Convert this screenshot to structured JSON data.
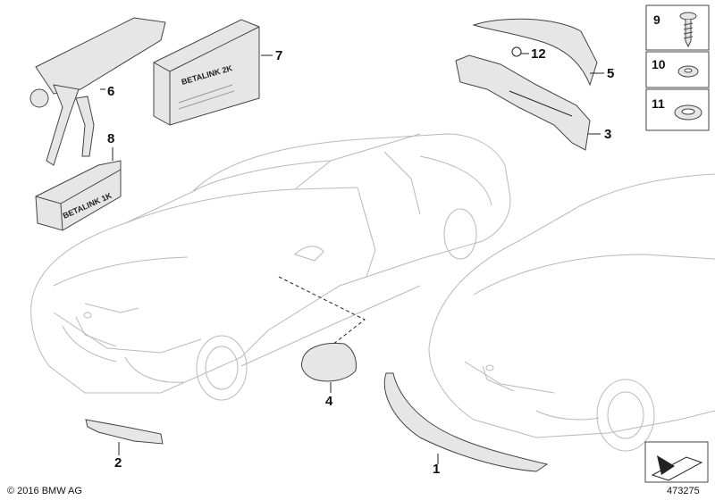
{
  "callouts": {
    "c1": "1",
    "c2": "2",
    "c3": "3",
    "c4": "4",
    "c5": "5",
    "c6": "6",
    "c7": "7",
    "c8": "8",
    "c9": "9",
    "c10": "10",
    "c11": "11",
    "c12": "12"
  },
  "boxes": {
    "betalink_2k": "BETALINK 2K",
    "betalink_1k": "BETALINK 1K"
  },
  "footer": {
    "copyright": "© 2016 BMW AG",
    "diagram_number": "473275"
  },
  "colors": {
    "line": "#222222",
    "car_outline": "#b9b9b9",
    "part_fill": "#e6e6e6"
  }
}
